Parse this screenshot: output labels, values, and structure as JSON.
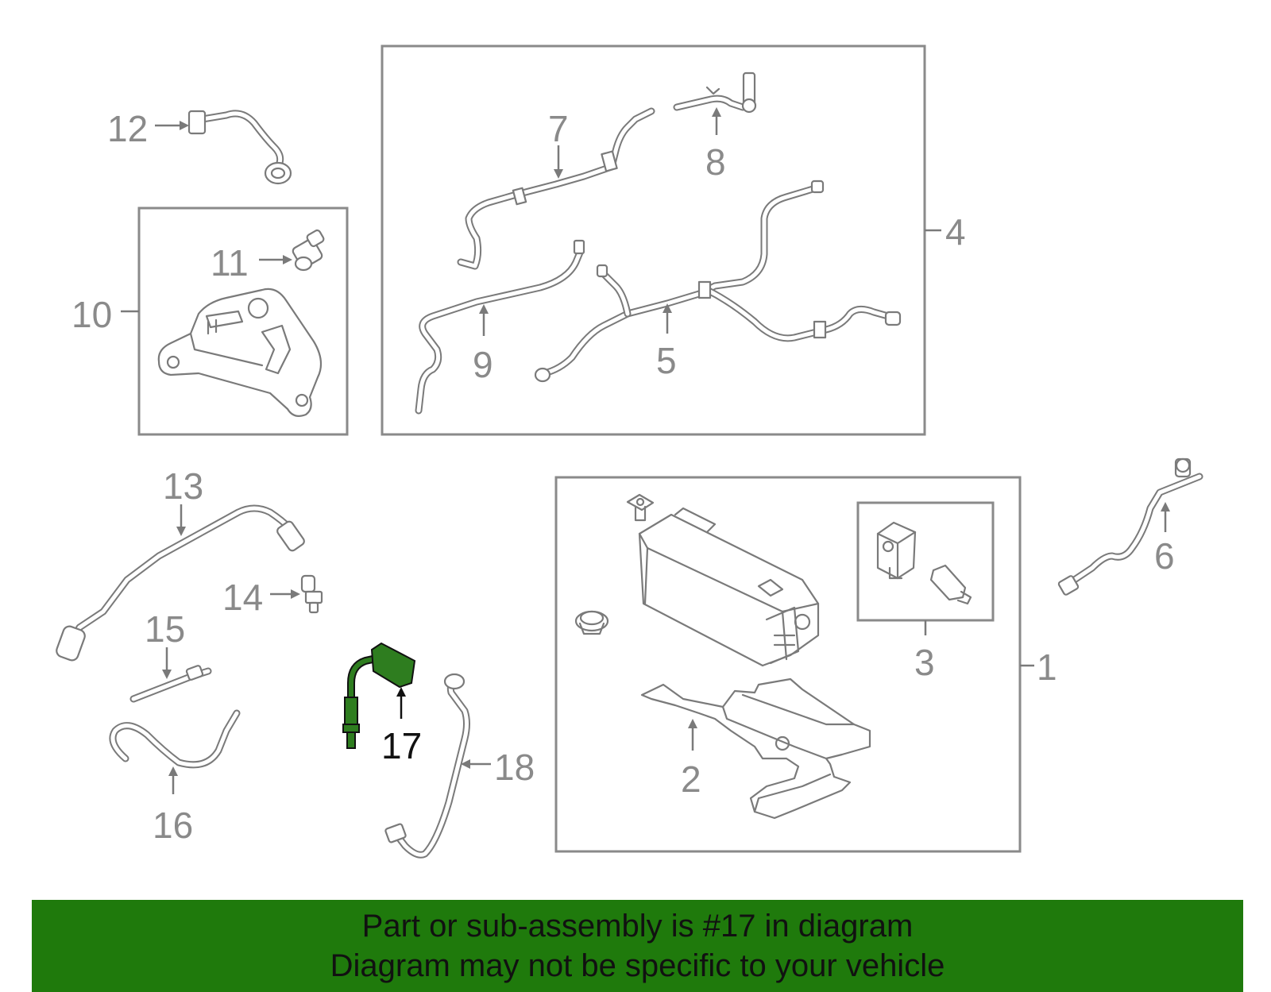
{
  "callouts": {
    "c1": "1",
    "c2": "2",
    "c3": "3",
    "c4": "4",
    "c5": "5",
    "c6": "6",
    "c7": "7",
    "c8": "8",
    "c9": "9",
    "c10": "10",
    "c11": "11",
    "c12": "12",
    "c13": "13",
    "c14": "14",
    "c15": "15",
    "c16": "16",
    "c17": "17",
    "c18": "18"
  },
  "highlighted_part": "17",
  "colors": {
    "highlight": "#2e7d1f",
    "banner": "#1f7a0c",
    "line_art": "#7a7a7a"
  },
  "banner": {
    "line1": "Part or sub-assembly is #17 in diagram",
    "line2": "Diagram may not be specific to your vehicle"
  }
}
